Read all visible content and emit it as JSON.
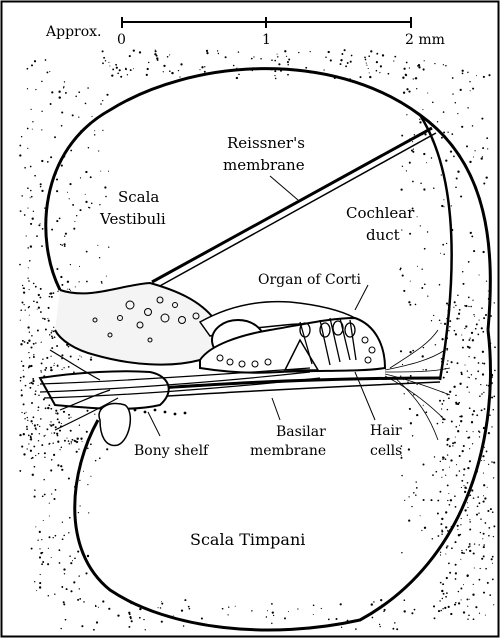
{
  "scale": {
    "prefix": "Approx.",
    "ticks": [
      "0",
      "1",
      "2 mm"
    ]
  },
  "labels": {
    "reissner_line1": "Reissner's",
    "reissner_line2": "membrane",
    "scala_vestibuli_line1": "Scala",
    "scala_vestibuli_line2": "Vestibuli",
    "cochlear_duct_line1": "Cochlear",
    "cochlear_duct_line2": "duct",
    "organ_of_corti": "Organ of Corti",
    "bony_shelf": "Bony shelf",
    "basilar_line1": "Basilar",
    "basilar_line2": "membrane",
    "hair_line1": "Hair",
    "hair_line2": "cells",
    "scala_timpani": "Scala Timpani"
  },
  "colors": {
    "ink": "#000000",
    "paper": "#ffffff"
  }
}
